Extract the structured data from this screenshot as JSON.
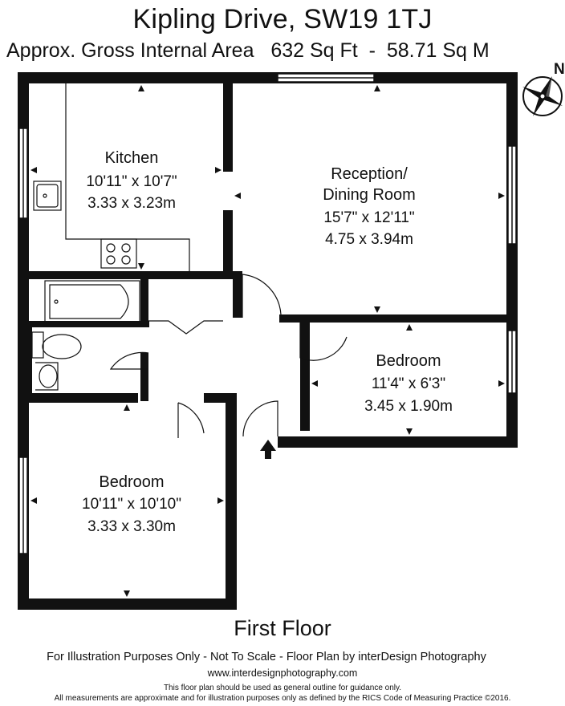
{
  "header": {
    "title": "Kipling Drive, SW19 1TJ",
    "subtitle": "Approx. Gross Internal Area   632 Sq Ft  -  58.71 Sq M"
  },
  "compass": {
    "label": "N"
  },
  "rooms": {
    "kitchen": {
      "name": "Kitchen",
      "imperial": "10'11\" x 10'7\"",
      "metric": "3.33 x 3.23m"
    },
    "reception": {
      "name": "Reception/",
      "name2": "Dining Room",
      "imperial": "15'7\" x 12'11\"",
      "metric": "4.75 x 3.94m"
    },
    "bedroom_small": {
      "name": "Bedroom",
      "imperial": "11'4\" x 6'3\"",
      "metric": "3.45 x 1.90m"
    },
    "bedroom_large": {
      "name": "Bedroom",
      "imperial": "10'11\" x 10'10\"",
      "metric": "3.33 x 3.30m"
    }
  },
  "footer": {
    "floor": "First Floor",
    "line1": "For Illustration Purposes Only - Not To Scale - Floor Plan by interDesign Photography",
    "line2": "www.interdesignphotography.com",
    "line3": "This floor plan should be used as general outline for guidance only.",
    "line4": "All measurements are approximate and for illustration purposes only as defined by the RICS Code of Measuring Practice ©2016."
  }
}
